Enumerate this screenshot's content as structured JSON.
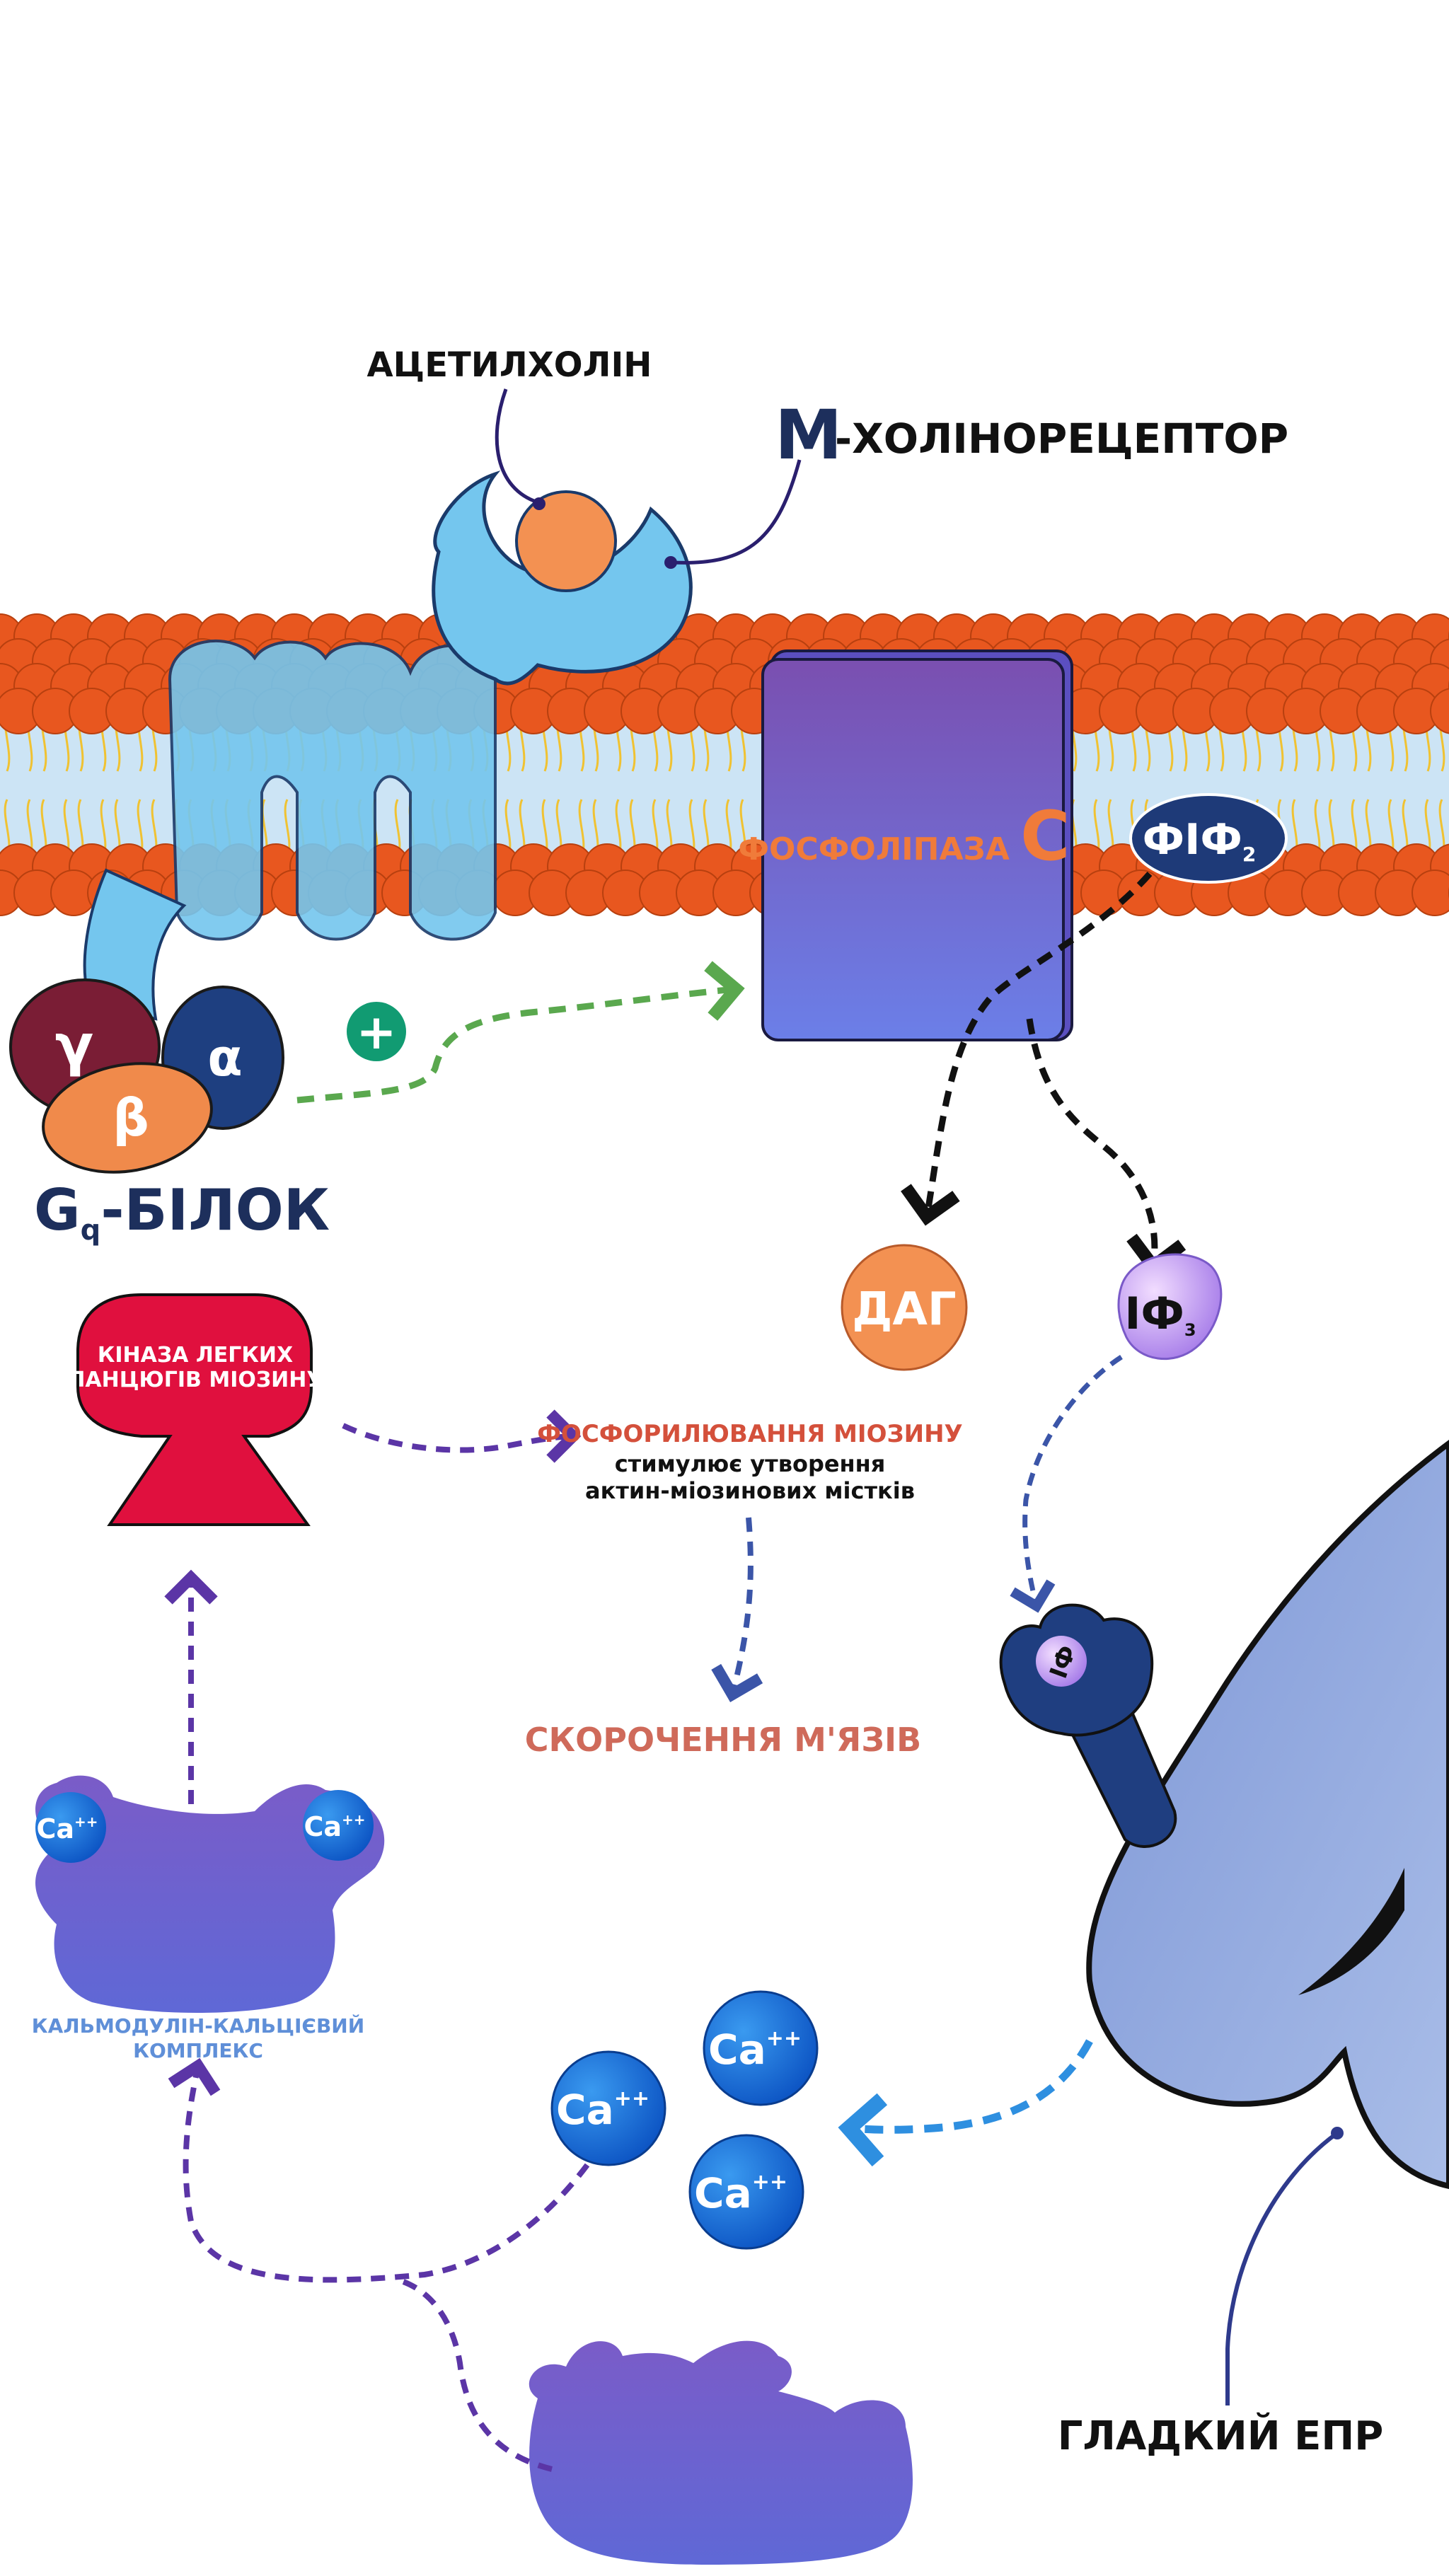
{
  "labels": {
    "acetylcholine": "АЦЕТИЛХОЛІН",
    "receptor_m": "М",
    "receptor_rest": "-ХОЛІНОРЕЦЕПТОР",
    "phospholipase": "ФОСФОЛІПАЗА ",
    "phospholipase_c": "С",
    "pip2": "ФІФ",
    "pip2_sub": "2",
    "gamma": "γ",
    "alpha": "α",
    "beta": "β",
    "plus": "+",
    "gprotein_g": "G",
    "gprotein_sub": "q",
    "gprotein_rest": "-БІЛОК",
    "dag": "ДАГ",
    "ip3": "ІФ",
    "ip3_sub": "3",
    "ip3_receptor": "ІФ",
    "kinase_line1": "КІНАЗА ЛЕГКИХ",
    "kinase_line2": "ЛАНЦЮГІВ МІОЗИНУ",
    "phos_line1": "ФОСФОРИЛЮВАННЯ МІОЗИНУ",
    "phos_line2": "стимулює утворення",
    "phos_line3": "актин-міозинових містків",
    "contraction": "СКОРОЧЕННЯ М'ЯЗІВ",
    "ca": "Ca",
    "ca_charge": "++",
    "calmodulin_line1": "КАЛЬМОДУЛІН-КАЛЬЦІЄВИЙ",
    "calmodulin_line2": "КОМПЛЕКС",
    "ser": "ГЛАДКИЙ ЕПР"
  },
  "colors": {
    "membrane_head": "#e8571f",
    "tail": "#f0c232",
    "receptor": "#74c6ee",
    "ligand": "#f39152",
    "plc_top": "#7a4fb0",
    "plc_bottom": "#6b7fe8",
    "plc_text": "#f07b3a",
    "pip2": "#1e3a78",
    "gamma": "#7a1d35",
    "alpha": "#1e3f80",
    "beta": "#f08a4b",
    "plus": "#119b72",
    "green_arrow": "#5aa84e",
    "black_arrow": "#111111",
    "purple_arrow": "#5b35a6",
    "blue_arrow": "#3b55a8",
    "ca_arrow": "#2e8fe0",
    "dark_navy": "#1d2f5c",
    "kinase": "#e0103e",
    "phos_text": "#d4503b",
    "contraction_text": "#cf6a5a",
    "ca_ball": "#1a70d8",
    "calmodulin": "#6a5fd0",
    "calmodulin_text": "#5f8fd8",
    "ser": "#8ea6dc",
    "ip3_receptor": "#1f3e80"
  }
}
